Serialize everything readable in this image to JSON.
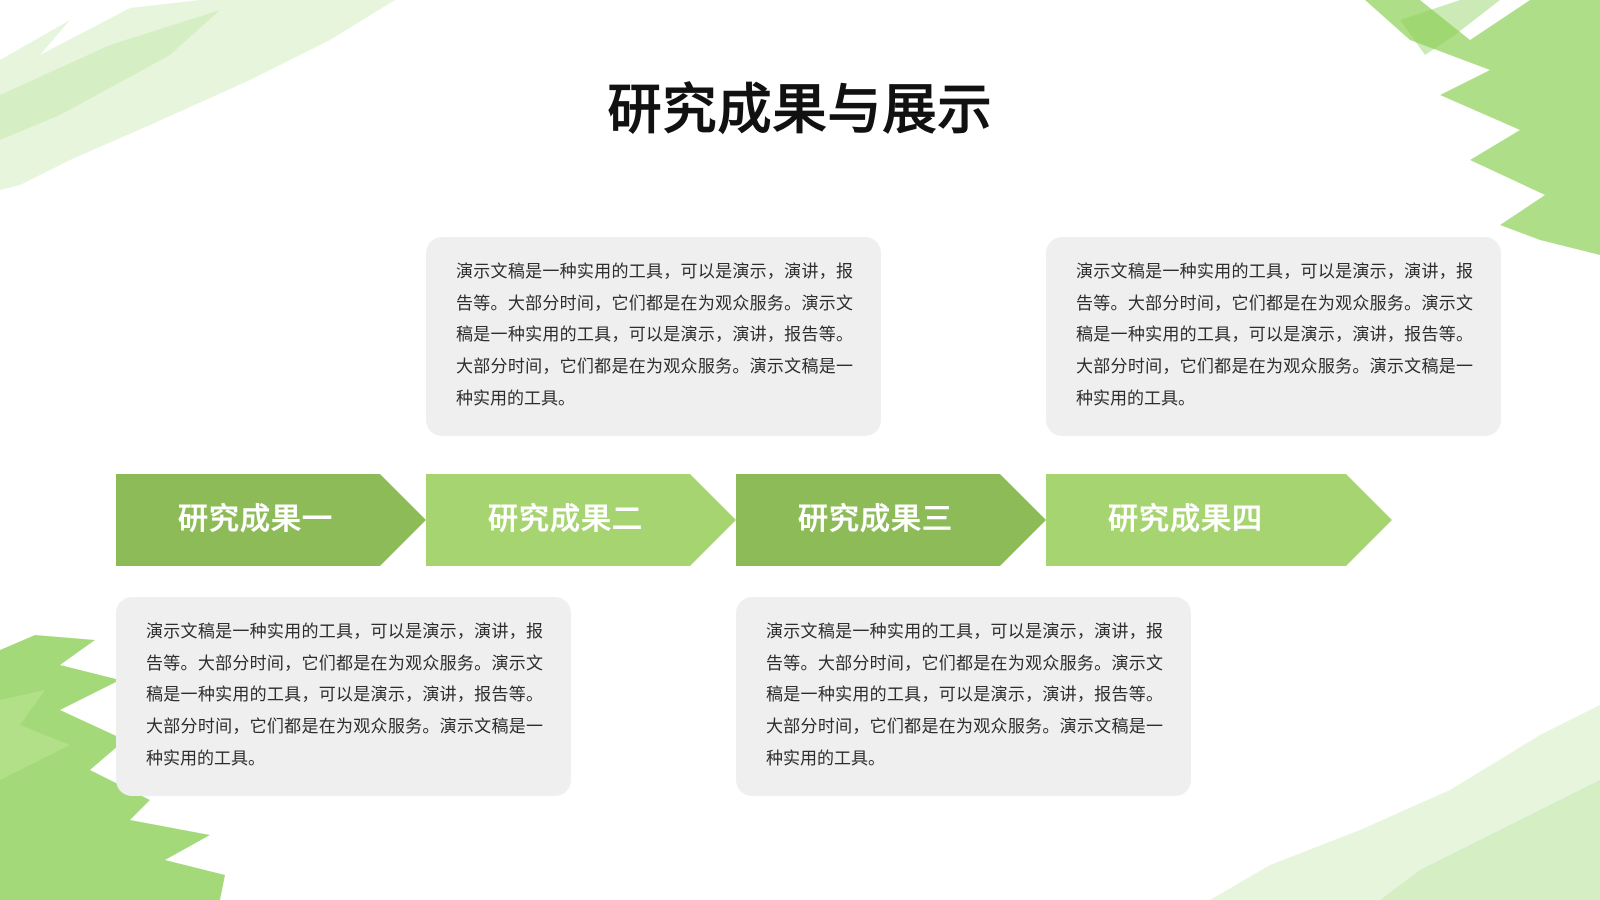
{
  "title": "研究成果与展示",
  "colors": {
    "arrow_dark": "#8cbb58",
    "arrow_light": "#a6d470",
    "card_background": "#efefef",
    "brush_green": "#8fd15a"
  },
  "steps": [
    {
      "label": "研究成果一"
    },
    {
      "label": "研究成果二"
    },
    {
      "label": "研究成果三"
    },
    {
      "label": "研究成果四"
    }
  ],
  "cards": [
    {
      "text": "演示文稿是一种实用的工具，可以是演示，演讲，报告等。大部分时间，它们都是在为观众服务。演示文稿是一种实用的工具，可以是演示，演讲，报告等。大部分时间，它们都是在为观众服务。演示文稿是一种实用的工具。"
    },
    {
      "text": "演示文稿是一种实用的工具，可以是演示，演讲，报告等。大部分时间，它们都是在为观众服务。演示文稿是一种实用的工具，可以是演示，演讲，报告等。大部分时间，它们都是在为观众服务。演示文稿是一种实用的工具。"
    },
    {
      "text": "演示文稿是一种实用的工具，可以是演示，演讲，报告等。大部分时间，它们都是在为观众服务。演示文稿是一种实用的工具，可以是演示，演讲，报告等。大部分时间，它们都是在为观众服务。演示文稿是一种实用的工具。"
    },
    {
      "text": "演示文稿是一种实用的工具，可以是演示，演讲，报告等。大部分时间，它们都是在为观众服务。演示文稿是一种实用的工具，可以是演示，演讲，报告等。大部分时间，它们都是在为观众服务。演示文稿是一种实用的工具。"
    }
  ]
}
